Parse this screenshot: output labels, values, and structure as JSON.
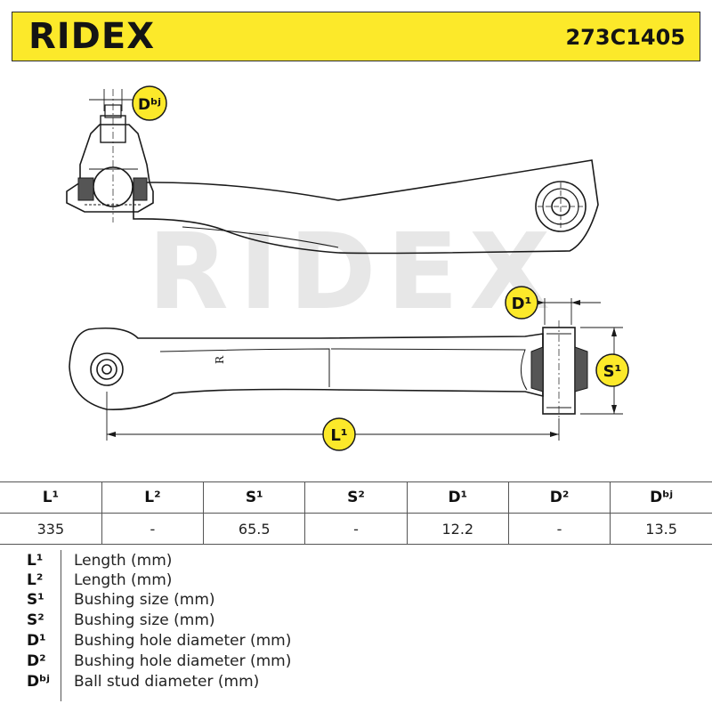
{
  "header": {
    "brand": "RIDEX",
    "part_number": "273C1405"
  },
  "watermark": "RIDEX",
  "drawing": {
    "labels": {
      "dbj": "Dᵇʲ",
      "d1": "D¹",
      "s1": "S¹",
      "l1": "L¹",
      "stamp": "R"
    }
  },
  "table": {
    "headers": [
      "L¹",
      "L²",
      "S¹",
      "S²",
      "D¹",
      "D²",
      "Dᵇʲ"
    ],
    "values": [
      "335",
      "-",
      "65.5",
      "-",
      "12.2",
      "-",
      "13.5"
    ]
  },
  "legend": [
    {
      "key": "L¹",
      "desc": "Length (mm)"
    },
    {
      "key": "L²",
      "desc": "Length (mm)"
    },
    {
      "key": "S¹",
      "desc": "Bushing size (mm)"
    },
    {
      "key": "S²",
      "desc": "Bushing size (mm)"
    },
    {
      "key": "D¹",
      "desc": "Bushing hole diameter (mm)"
    },
    {
      "key": "D²",
      "desc": "Bushing hole diameter (mm)"
    },
    {
      "key": "Dᵇʲ",
      "desc": "Ball stud diameter (mm)"
    }
  ],
  "colors": {
    "header_bg": "#fce92a",
    "badge_bg": "#fce92a",
    "line": "#1a1a1a",
    "watermark": "#e7e7e7"
  }
}
